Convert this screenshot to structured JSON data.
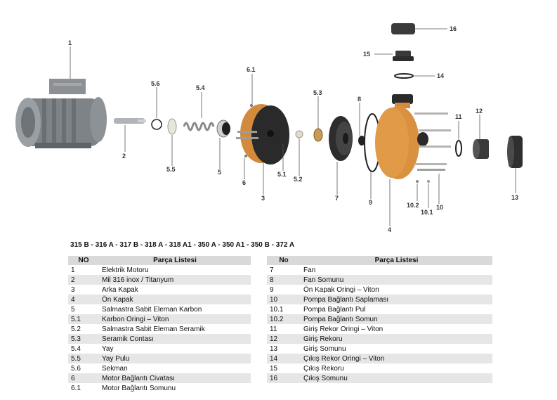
{
  "diagram": {
    "labels": [
      "1",
      "2",
      "5.6",
      "5.4",
      "5.5",
      "5",
      "6.1",
      "6",
      "3",
      "5.1",
      "5.2",
      "5.3",
      "7",
      "8",
      "9",
      "4",
      "16",
      "15",
      "14",
      "11",
      "12",
      "10.2",
      "10.1",
      "10",
      "13"
    ]
  },
  "model_line": "315 B - 316 A - 317 B - 318 A - 318 A1 - 350 A - 350 A1 - 350 B - 372 A",
  "table_left": {
    "headers": [
      "NO",
      "Parça Listesi"
    ],
    "rows": [
      {
        "no": "1",
        "name": "Elektrik Motoru"
      },
      {
        "no": "2",
        "name": "Mil 316 inox / Titanyum"
      },
      {
        "no": "3",
        "name": "Arka Kapak"
      },
      {
        "no": "4",
        "name": "Ön Kapak"
      },
      {
        "no": "5",
        "name": "Salmastra Sabit Eleman Karbon"
      },
      {
        "no": "5.1",
        "name": "Karbon Oringi – Viton"
      },
      {
        "no": "5.2",
        "name": "Salmastra Sabit Eleman Seramik"
      },
      {
        "no": "5.3",
        "name": "Seramik Contası"
      },
      {
        "no": "5.4",
        "name": "Yay"
      },
      {
        "no": "5.5",
        "name": "Yay Pulu"
      },
      {
        "no": "5.6",
        "name": "Sekman"
      },
      {
        "no": "6",
        "name": "Motor Bağlantı Civatası"
      },
      {
        "no": "6.1",
        "name": "Motor Bağlantı Somunu"
      }
    ]
  },
  "table_right": {
    "headers": [
      "No",
      "Parça Listesi"
    ],
    "rows": [
      {
        "no": "7",
        "name": "Fan"
      },
      {
        "no": "8",
        "name": "Fan Somunu"
      },
      {
        "no": "9",
        "name": "Ön Kapak Oringi – Viton"
      },
      {
        "no": "10",
        "name": "Pompa Bağlantı Saplaması"
      },
      {
        "no": "10.1",
        "name": "Pompa Bağlantı Pul"
      },
      {
        "no": "10.2",
        "name": "Pompa Bağlantı Somun"
      },
      {
        "no": "11",
        "name": "Giriş Rekor Oringi – Viton"
      },
      {
        "no": "12",
        "name": "Giriş Rekoru"
      },
      {
        "no": "13",
        "name": "Giriş Somunu"
      },
      {
        "no": "14",
        "name": "Çıkış Rekor Oringi – Viton"
      },
      {
        "no": "15",
        "name": "Çıkış Rekoru"
      },
      {
        "no": "16",
        "name": "Çıkış Somunu"
      }
    ]
  }
}
